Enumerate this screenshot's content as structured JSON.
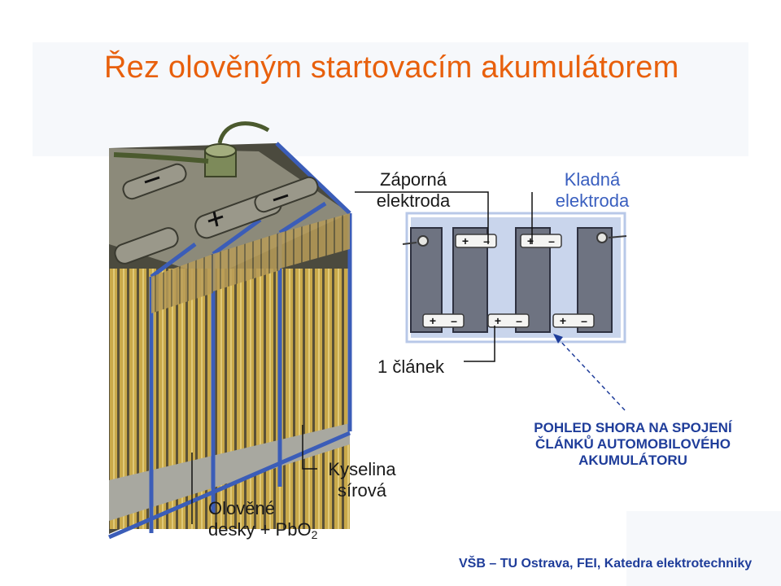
{
  "title": "Řez olověným startovacím akumulátorem",
  "labels": {
    "negative_electrode": [
      "Záporná",
      "elektroda"
    ],
    "positive_electrode": [
      "Kladná",
      "elektroda"
    ],
    "cell": "1 článek",
    "acid": [
      "Kyselina",
      "sírová"
    ],
    "plates_line1": "Olověné",
    "plates_line2_prefix": "desky + PbO",
    "plates_line2_sub": "2"
  },
  "caption": [
    "POHLED SHORA NA SPOJENÍ",
    "ČLÁNKŮ AUTOMOBILOVÉHO",
    "AKUMULÁTORU"
  ],
  "footer": "VŠB – TU Ostrava, FEI, Katedra elektrotechniky",
  "colors": {
    "title": "#e8600c",
    "caption": "#1f3d9a",
    "positive_label": "#3a5fbf",
    "plate_yellow": "#c9a94a",
    "plate_dark": "#5a5137",
    "cell_wall": "#3b5db8",
    "terminal_green": "#7d8a5a",
    "schematic_frame": "#b8c8e8",
    "schematic_cell": "#6e7381"
  }
}
